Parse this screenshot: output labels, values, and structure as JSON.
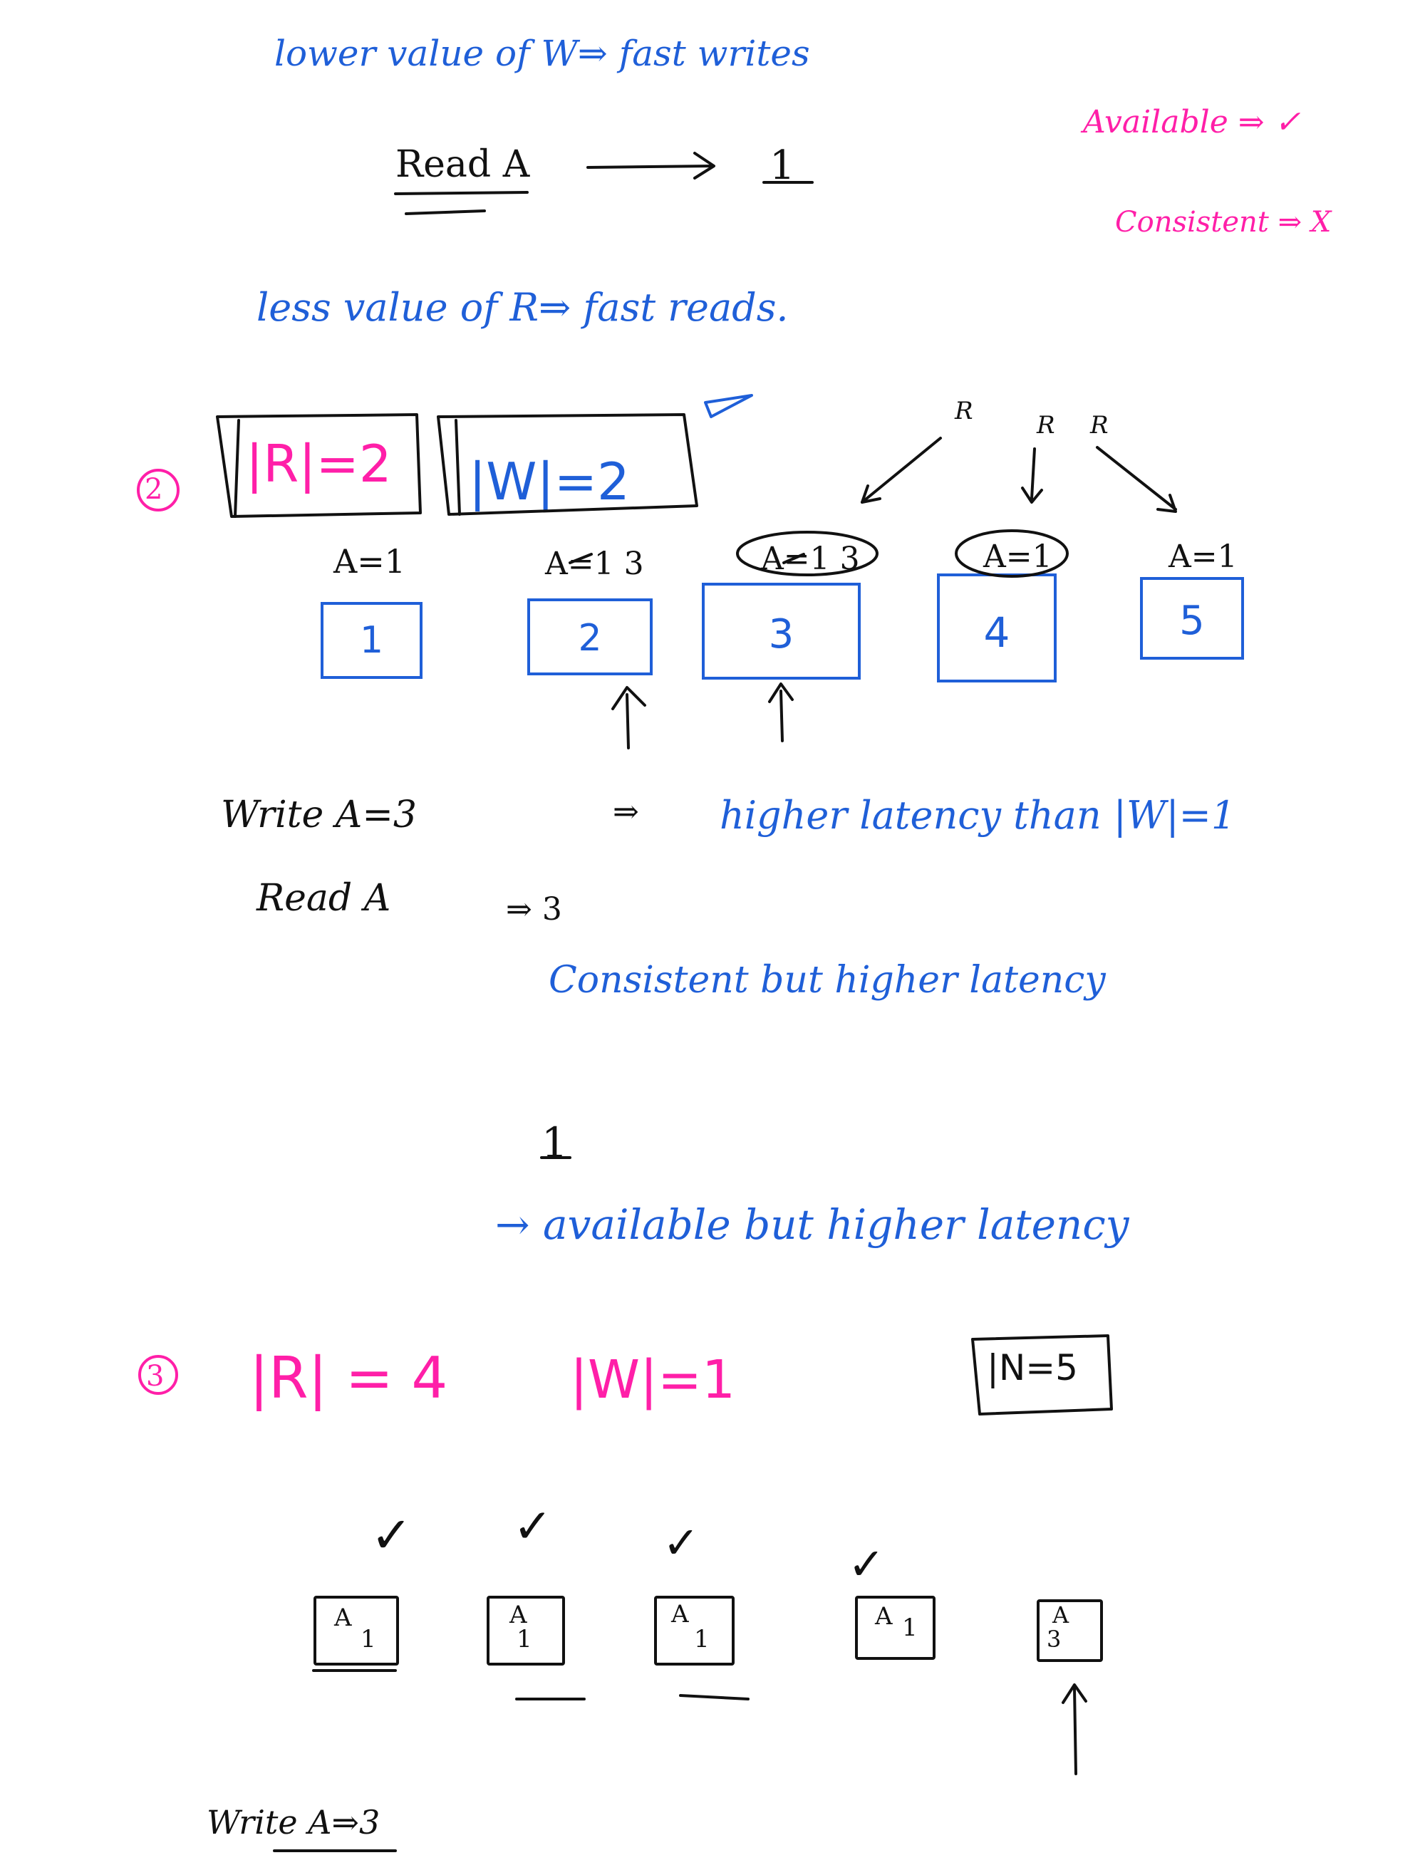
{
  "colors": {
    "blue": "#1f5fd8",
    "black": "#111111",
    "pink": "#ff1fa8"
  },
  "top": {
    "w_line": "lower value of W⇒ fast writes",
    "read_a": "Read A",
    "read_result": "1",
    "available": "Available ⇒ ✓",
    "consistent": "Consistent ⇒ X",
    "r_line": "less value of R⇒ fast reads."
  },
  "case2": {
    "number": "2",
    "r_label": "|R|=2",
    "w_label": "|W|=2",
    "reader_marks": [
      "R",
      "R",
      "R"
    ],
    "nodes": [
      {
        "label": "A=1",
        "number": "1"
      },
      {
        "label": "A=1 3",
        "number": "2"
      },
      {
        "label": "A=1 3",
        "number": "3"
      },
      {
        "label": "A=1",
        "number": "4"
      },
      {
        "label": "A=1",
        "number": "5"
      }
    ],
    "write_text": "Write A=3",
    "write_arrow": "⇒",
    "latency_text": "higher latency than |W|=1",
    "read_text": "Read A",
    "read_result": "⇒ 3",
    "consistent_note": "Consistent but higher latency"
  },
  "case_alt": {
    "number": "1",
    "note": "→ available but higher latency"
  },
  "case3": {
    "number": "3",
    "r_label": "|R| = 4",
    "w_label": "|W|=1",
    "n_label": "|N=5",
    "checkmarks": [
      "✓",
      "✓",
      "✓",
      "✓"
    ],
    "nodes": [
      {
        "a": "A",
        "v": "1"
      },
      {
        "a": "A",
        "v": "1"
      },
      {
        "a": "A",
        "v": "1"
      },
      {
        "a": "A",
        "v": "1"
      },
      {
        "a": "A",
        "v": "3"
      }
    ],
    "write_text": "Write A⇒3"
  }
}
